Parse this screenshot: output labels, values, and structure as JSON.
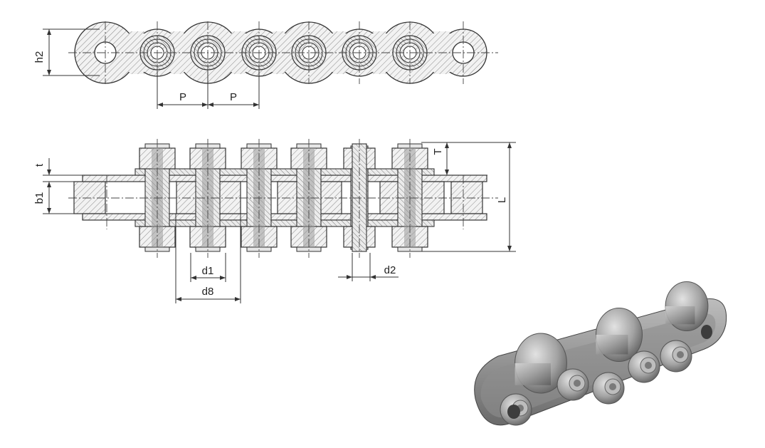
{
  "figure": {
    "top_view": {
      "labels": {
        "h2": "h2",
        "pitch_left": "P",
        "pitch_right": "P"
      }
    },
    "side_view": {
      "labels": {
        "t": "t",
        "b1": "b1",
        "T": "T",
        "L": "L",
        "d1": "d1",
        "d8": "d8",
        "d2": "d2"
      }
    },
    "photo": {
      "subject": "extended-pin-roller-chain-photo"
    }
  },
  "colors": {
    "line": "#333333",
    "section_fill": "#f2f2f2",
    "hatch": "#8a8a8a",
    "metal_light": "#c9c9c9",
    "metal_mid": "#9a9a9a",
    "metal_dark": "#5f5f5f"
  }
}
